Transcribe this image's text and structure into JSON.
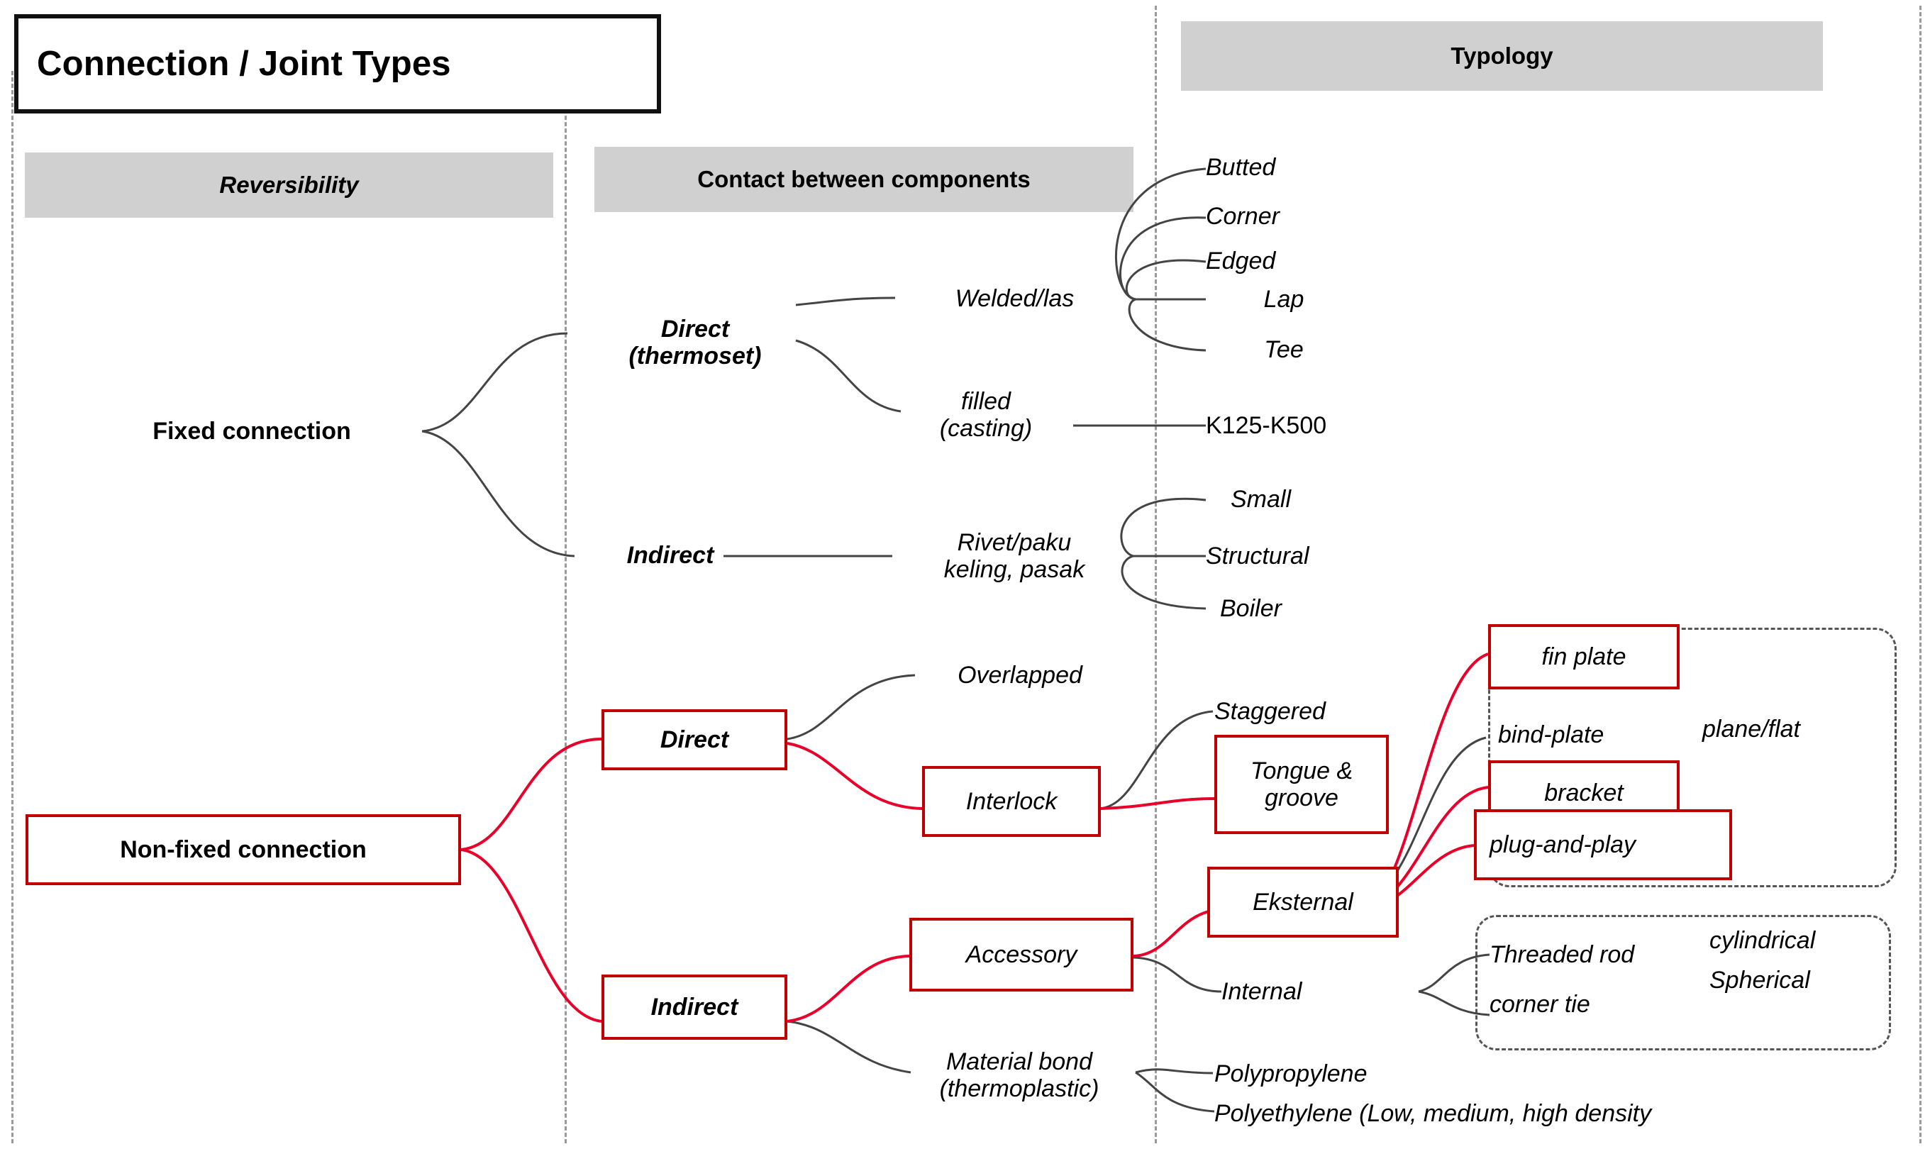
{
  "title": {
    "text": "Connection / Joint Types"
  },
  "columns": {
    "headers": [
      {
        "id": "reversibility",
        "label": "Reversibility",
        "italic": true
      },
      {
        "id": "contact",
        "label": "Contact between components",
        "italic": false
      },
      {
        "id": "typology",
        "label": "Typology",
        "italic": false
      }
    ]
  },
  "colors": {
    "accent_red": "#c00000",
    "header_gray": "#d0d0d0",
    "line_gray": "#444444",
    "divider_gray": "#9a9a9a",
    "dash_box": "#555555",
    "text": "#000000"
  },
  "nodes": {
    "fixed_connection": "Fixed connection",
    "non_fixed_connection": "Non-fixed connection",
    "direct_thermoset": "Direct\n(thermoset)",
    "indirect_top": "Indirect",
    "direct_red": "Direct",
    "indirect_red": "Indirect",
    "welded": "Welded/las",
    "filled_casting": "filled\n(casting)",
    "rivet": "Rivet/paku\nkeling, pasak",
    "overlapped": "Overlapped",
    "interlock": "Interlock",
    "accessory": "Accessory",
    "material_bond": "Material bond\n(thermoplastic)",
    "butted": "Butted",
    "corner": "Corner",
    "edged": "Edged",
    "lap": "Lap",
    "tee": "Tee",
    "k125_k500": "K125-K500",
    "small": "Small",
    "structural": "Structural",
    "boiler": "Boiler",
    "staggered": "Staggered",
    "tongue_groove": "Tongue &\ngroove",
    "eksternal": "Eksternal",
    "internal": "Internal",
    "polypropylene": "Polypropylene",
    "polyethylene": "Polyethylene (Low, medium, high density",
    "fin_plate": "fin plate",
    "bind_plate": "bind-plate",
    "bracket": "bracket",
    "plug_and_play": "plug-and-play",
    "plane_flat": "plane/flat",
    "threaded_rod": "Threaded rod",
    "corner_tie": "corner tie",
    "cylindrical": "cylindrical",
    "spherical": "Spherical"
  },
  "chart_data": {
    "type": "tree-diagram",
    "title": "Connection / Joint Types",
    "columns": [
      "Reversibility",
      "Contact between components",
      "Typology"
    ],
    "roots": [
      {
        "label": "Fixed connection",
        "highlight": false,
        "children": [
          {
            "label": "Direct (thermoset)",
            "children": [
              {
                "label": "Welded/las",
                "children": [
                  {
                    "label": "Butted"
                  },
                  {
                    "label": "Corner"
                  },
                  {
                    "label": "Edged"
                  },
                  {
                    "label": "Lap"
                  },
                  {
                    "label": "Tee"
                  }
                ]
              },
              {
                "label": "filled (casting)",
                "children": [
                  {
                    "label": "K125-K500"
                  }
                ]
              }
            ]
          },
          {
            "label": "Indirect",
            "children": [
              {
                "label": "Rivet/paku keling, pasak",
                "children": [
                  {
                    "label": "Small"
                  },
                  {
                    "label": "Structural"
                  },
                  {
                    "label": "Boiler"
                  }
                ]
              }
            ]
          }
        ]
      },
      {
        "label": "Non-fixed connection",
        "highlight": true,
        "children": [
          {
            "label": "Direct",
            "highlight": true,
            "children": [
              {
                "label": "Overlapped"
              },
              {
                "label": "Interlock",
                "highlight": true,
                "children": [
                  {
                    "label": "Staggered"
                  },
                  {
                    "label": "Tongue & groove",
                    "highlight": true,
                    "children": [
                      {
                        "label": "fin plate",
                        "highlight": true
                      },
                      {
                        "label": "bind-plate"
                      },
                      {
                        "label": "bracket",
                        "highlight": true
                      },
                      {
                        "label": "plug-and-play",
                        "highlight": true
                      }
                    ]
                  }
                ]
              }
            ]
          },
          {
            "label": "Indirect",
            "highlight": true,
            "children": [
              {
                "label": "Accessory",
                "highlight": true,
                "children": [
                  {
                    "label": "Eksternal",
                    "highlight": true,
                    "children": [
                      {
                        "label": "fin plate"
                      },
                      {
                        "label": "bind-plate"
                      },
                      {
                        "label": "bracket"
                      },
                      {
                        "label": "plug-and-play"
                      }
                    ]
                  },
                  {
                    "label": "Internal",
                    "children": [
                      {
                        "label": "Threaded rod"
                      },
                      {
                        "label": "corner tie"
                      }
                    ]
                  }
                ]
              },
              {
                "label": "Material bond (thermoplastic)",
                "children": [
                  {
                    "label": "Polypropylene"
                  },
                  {
                    "label": "Polyethylene (Low, medium, high density"
                  }
                ]
              }
            ]
          }
        ]
      }
    ],
    "groupings": [
      {
        "label": "plane/flat",
        "members": [
          "fin plate",
          "bind-plate",
          "bracket",
          "plug-and-play"
        ]
      },
      {
        "label": "cylindrical / Spherical",
        "members": [
          "Threaded rod",
          "corner tie"
        ]
      }
    ]
  }
}
